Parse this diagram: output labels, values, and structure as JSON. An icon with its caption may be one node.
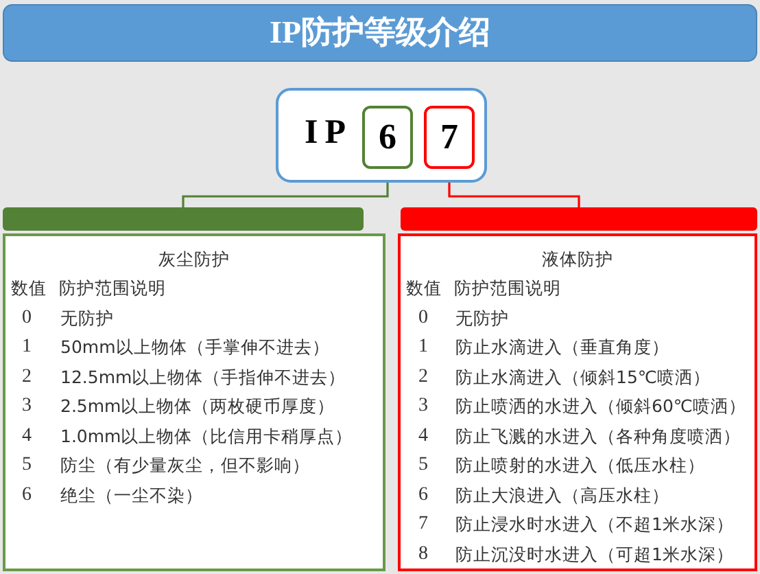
{
  "diagram": {
    "title": "IP防护等级介绍",
    "nodes": [
      {
        "text": [
          "IP"
        ]
      },
      {
        "text": [
          "6"
        ],
        "in": 0
      },
      {
        "text": [
          "7"
        ],
        "in": 0
      },
      {
        "text": [],
        "shape": "bar"
      },
      {
        "text": [],
        "shape": "bar"
      },
      {
        "text": [
          "灰尘防护",
          "数值",
          "防护范围说明",
          "0",
          "无防护",
          "1",
          "50mm以上物体（手掌伸不进去）",
          "2",
          "12.5mm以上物体（手指伸不进去）",
          "3",
          "2.5mm以上物体（两枚硬币厚度）",
          "4",
          "1.0mm以上物体（比信用卡稍厚点）",
          "5",
          "防尘（有少量灰尘，但不影响）",
          "6",
          "绝尘（一尘不染）"
        ]
      },
      {
        "text": [
          "液体防护",
          "数值",
          "防护范围说明",
          "0",
          "无防护",
          "1",
          "防止水滴进入（垂直角度）",
          "2",
          "防止水滴进入（倾斜15℃喷洒）",
          "3",
          "防止喷洒的水进入（倾斜60℃喷洒）",
          "4",
          "防止飞溅的水进入（各种角度喷洒）",
          "5",
          "防止喷射的水进入（低压水柱）",
          "6",
          "防止大浪进入（高压水柱）",
          "7",
          "防止浸水时水进入（不超1米水深）",
          "8",
          "防止沉没时水进入（可超1米水深）"
        ]
      }
    ],
    "edges": [
      {
        "from": 1,
        "to": 3,
        "arrow": "none",
        "color": "#538135"
      },
      {
        "from": 2,
        "to": 4,
        "arrow": "none",
        "color": "#ff0000"
      }
    ]
  }
}
